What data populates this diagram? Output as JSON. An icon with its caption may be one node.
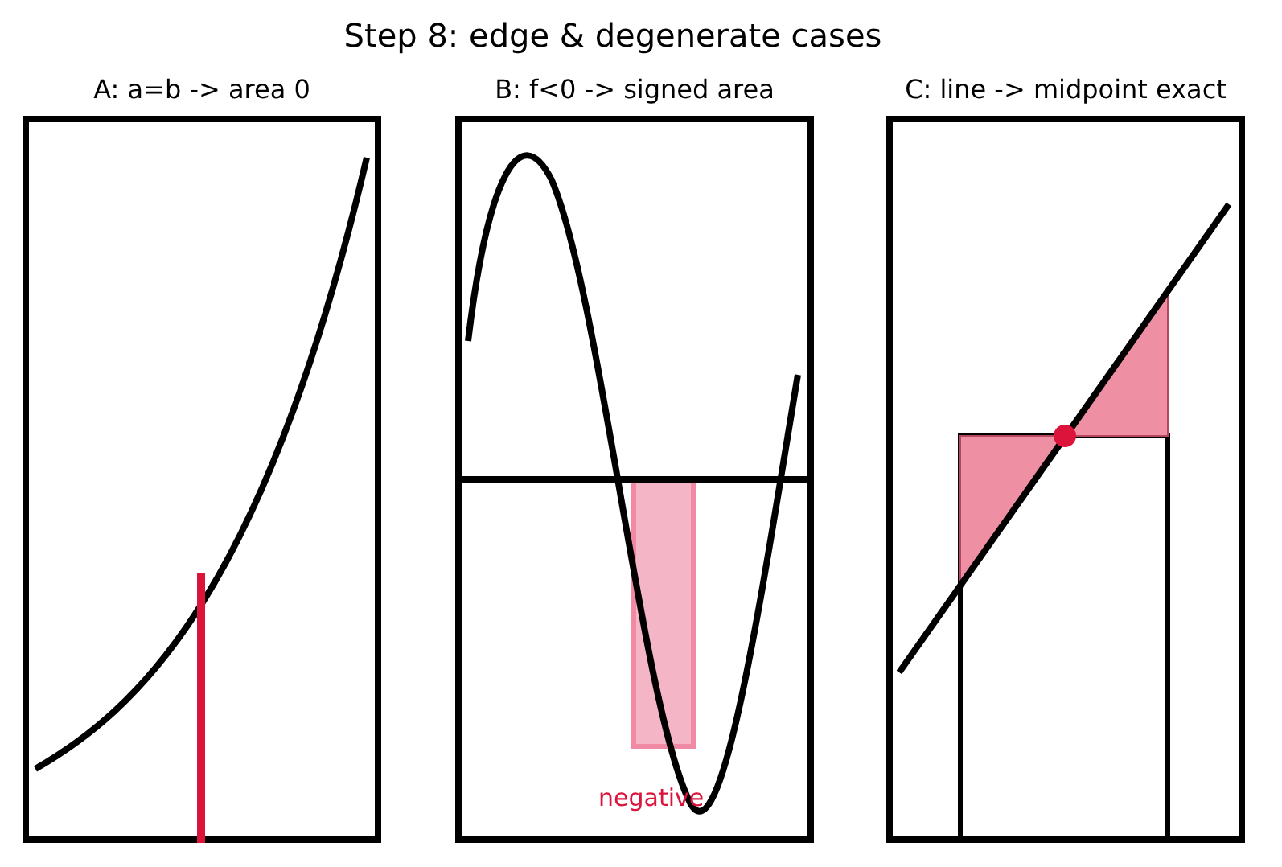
{
  "diagram": {
    "title": "Step 8: edge & degenerate cases",
    "nodes": [
      {
        "text": [
          "A: a=b -> area 0"
        ]
      },
      {
        "text": [
          "B: f<0 -> signed area"
        ]
      },
      {
        "text": [
          "C: line -> midpoint exact"
        ]
      }
    ],
    "labels": [
      "negative"
    ]
  }
}
